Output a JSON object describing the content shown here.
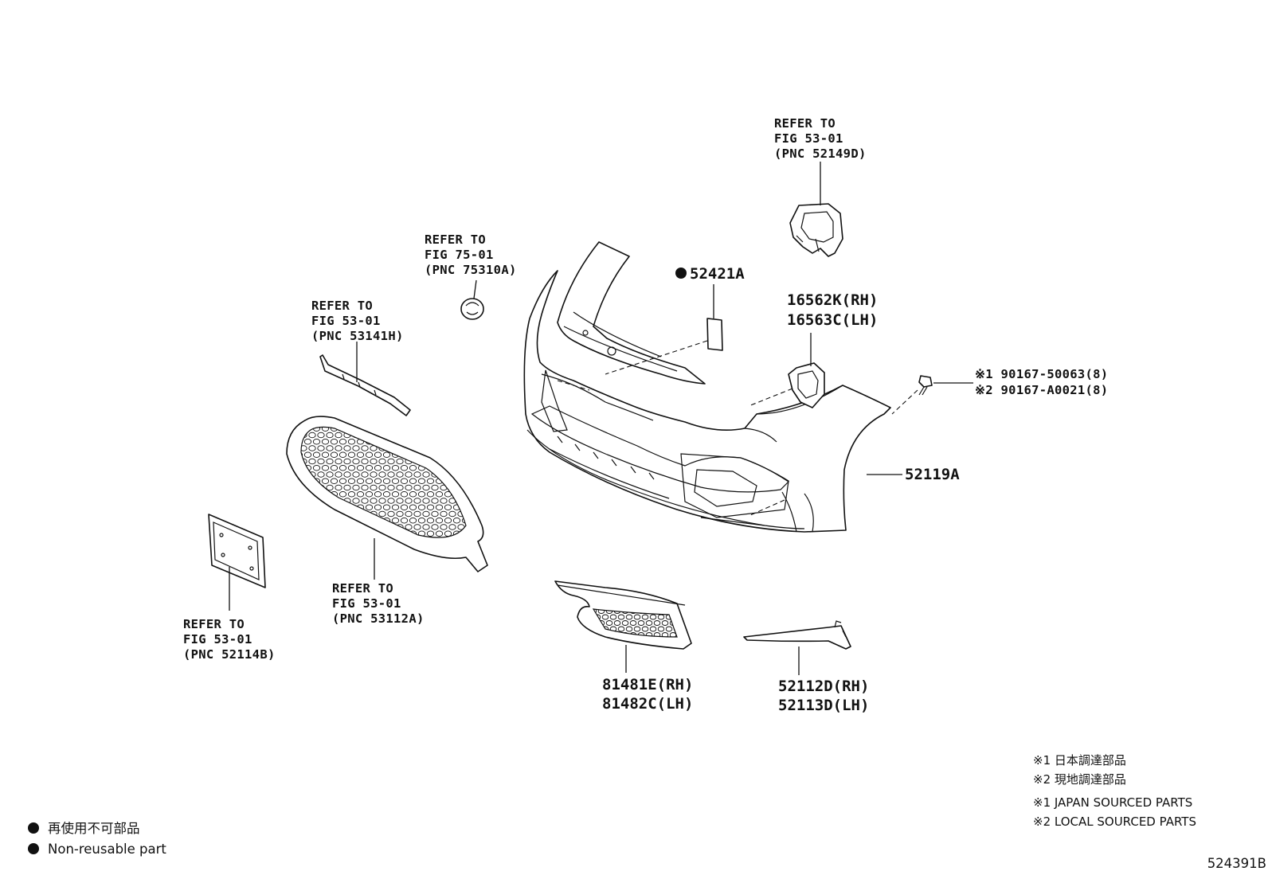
{
  "legend": {
    "non_reusable_jp": "再使用不可部品",
    "non_reusable_en": "Non-reusable part",
    "note_jp_1": "※1 日本調達部品",
    "note_jp_2": "※2 現地調達部品",
    "note_en_1": "※1 JAPAN SOURCED PARTS",
    "note_en_2": "※2 LOCAL SOURCED PARTS"
  },
  "figure_id": "524391B",
  "refs": {
    "r52149d": [
      "REFER TO",
      "FIG 53-01",
      "(PNC 52149D)"
    ],
    "r75310a": [
      "REFER TO",
      "FIG 75-01",
      "(PNC 75310A)"
    ],
    "r53141h": [
      "REFER TO",
      "FIG 53-01",
      "(PNC 53141H)"
    ],
    "r53112a": [
      "REFER TO",
      "FIG 53-01",
      "(PNC 53112A)"
    ],
    "r52114b": [
      "REFER TO",
      "FIG 53-01",
      "(PNC 52114B)"
    ]
  },
  "parts": {
    "p52421a": "52421A",
    "p16562k": "16562K(RH)",
    "p16563c": "16563C(LH)",
    "screw_1": "※1 90167-50063(8)",
    "screw_2": "※2 90167-A0021(8)",
    "p52119a": "52119A",
    "p81481e": "81481E(RH)",
    "p81482c": "81482C(LH)",
    "p52112d": "52112D(RH)",
    "p52113d": "52113D(LH)"
  }
}
